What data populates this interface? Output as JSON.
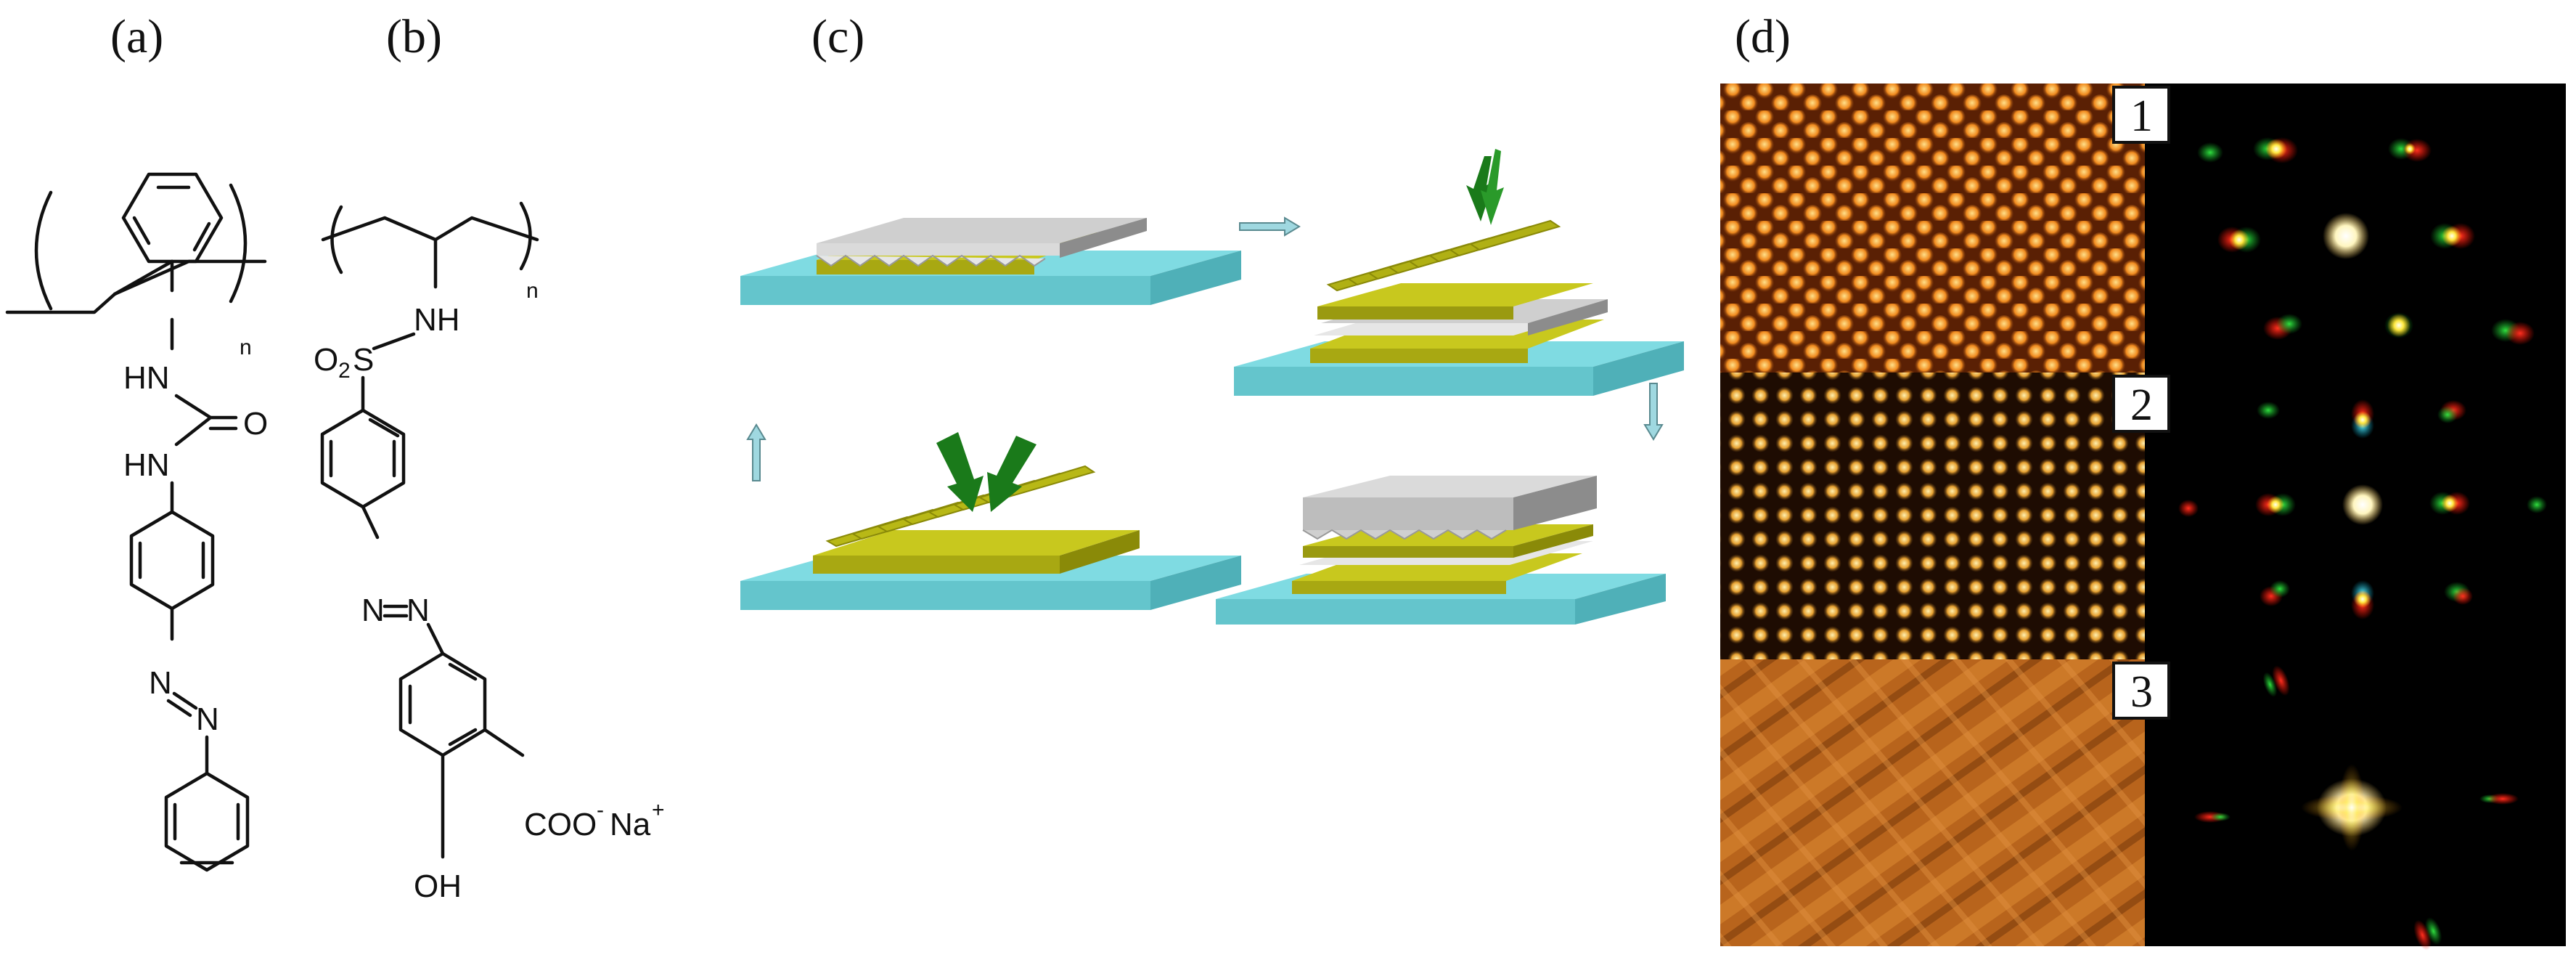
{
  "panel_labels": {
    "a": "(a)",
    "b": "(b)",
    "c": "(c)",
    "d": "(d)"
  },
  "molecule_a": {
    "repeat_subscript": "n",
    "urea_nh_top": "HN",
    "urea_o": "O",
    "urea_nh_bottom": "HN",
    "azo_n1": "N",
    "azo_n2": "N"
  },
  "molecule_b": {
    "repeat_subscript": "n",
    "nh": "NH",
    "sulfonyl_o": "O",
    "sulfonyl_o_sub": "2",
    "sulfonyl_s": "S",
    "azo_n1": "N",
    "azo_n2": "N",
    "carboxylate": "COO",
    "carboxylate_charge": "-",
    "sodium": "Na",
    "sodium_charge": "+",
    "hydroxyl": "OH"
  },
  "panel_d_tags": [
    "1",
    "2",
    "3"
  ],
  "colors": {
    "substrate": "#8fe0e6",
    "film_yellow": "#c8c81e",
    "film_grey": "#cfcfcf",
    "arrow_green": "#1a7a1a",
    "arrow_cyan": "#9fd8e0",
    "micrograph_orange": "#e0701a",
    "fft_background": "#000000"
  }
}
